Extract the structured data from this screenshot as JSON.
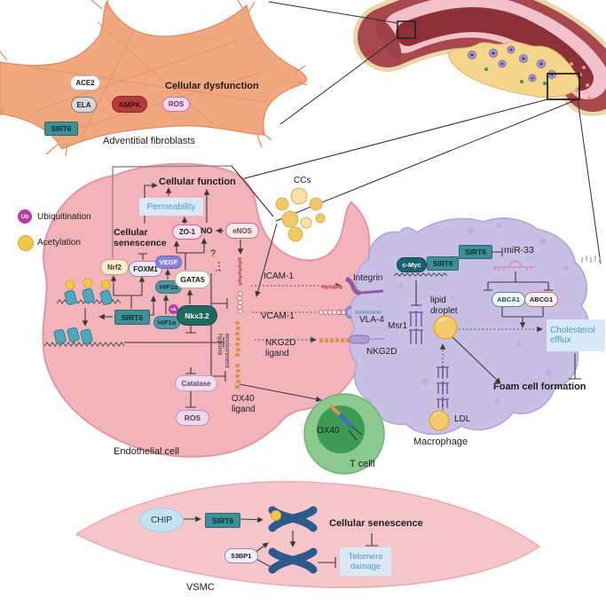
{
  "legend": {
    "ub": "Ub",
    "ubiquitination": "Ubiquitination",
    "acetylation": "Acetylation"
  },
  "fibroblast": {
    "ace2": "ACE2",
    "ela": "ELA",
    "ampk": "AMPK",
    "ros": "ROS",
    "sirt6": "SIRT6",
    "dysfunction": "Cellular dysfunction",
    "label": "Adventitial fibroblasts"
  },
  "endothelial": {
    "label": "Endothelial cell",
    "function": "Cellular function",
    "permeability": "Permeability",
    "zo1": "ZO-1",
    "no": "NO",
    "enos": "eNOS",
    "senescence": "Cellular senescence",
    "nrf2": "Nrf2",
    "foxm1": "FOXM1",
    "vegf": "VEGF",
    "hif1a_upper": "HIF1α",
    "hif1a_lower": "HIF1α",
    "gata5": "GATA5",
    "nkx32": "Nkx3.2",
    "ub": "Ub",
    "sirt6": "SIRT6",
    "hypoxia": "hypoxia environment",
    "catalase": "Catalase",
    "ros": "ROS",
    "ccs": "CCs",
    "question": "?",
    "icam1": "ICAM-1",
    "vcam1": "VCAM-1",
    "nkg2d_ligand": "NKG2D ligand",
    "ox40_ligand": "OX40 ligand"
  },
  "macrophage": {
    "label": "Macrophage",
    "sirt6_top": "SIRT6",
    "mir33": "miR-33",
    "cmyc": "c-Myc",
    "sirt6_dna": "SIRT6",
    "abca1": "ABCA1",
    "abcg1": "ABCG1",
    "integrin": "Integrin",
    "vla4": "VLA-4",
    "msr1": "Msr1",
    "nkg2d": "NKG2D",
    "lipid_droplet": "lipid droplet",
    "ldl": "LDL",
    "cholesterol_efflux": "Cholesterol efflux",
    "foam": "Foam cell formation"
  },
  "tcell": {
    "label": "T celll",
    "ox40": "OX40"
  },
  "vsmc": {
    "label": "VSMC",
    "chip": "CHIP",
    "sirt6": "SIRT6",
    "bp53": "53BP1",
    "senescence": "Cellular senescence",
    "telomere": "Telomere damage"
  },
  "colors": {
    "sirt6_teal": "#3E8F96",
    "status_blue": "#4E97CB",
    "acetyl_yellow": "#F2C84B",
    "ub_magenta": "#BE3AA2"
  }
}
